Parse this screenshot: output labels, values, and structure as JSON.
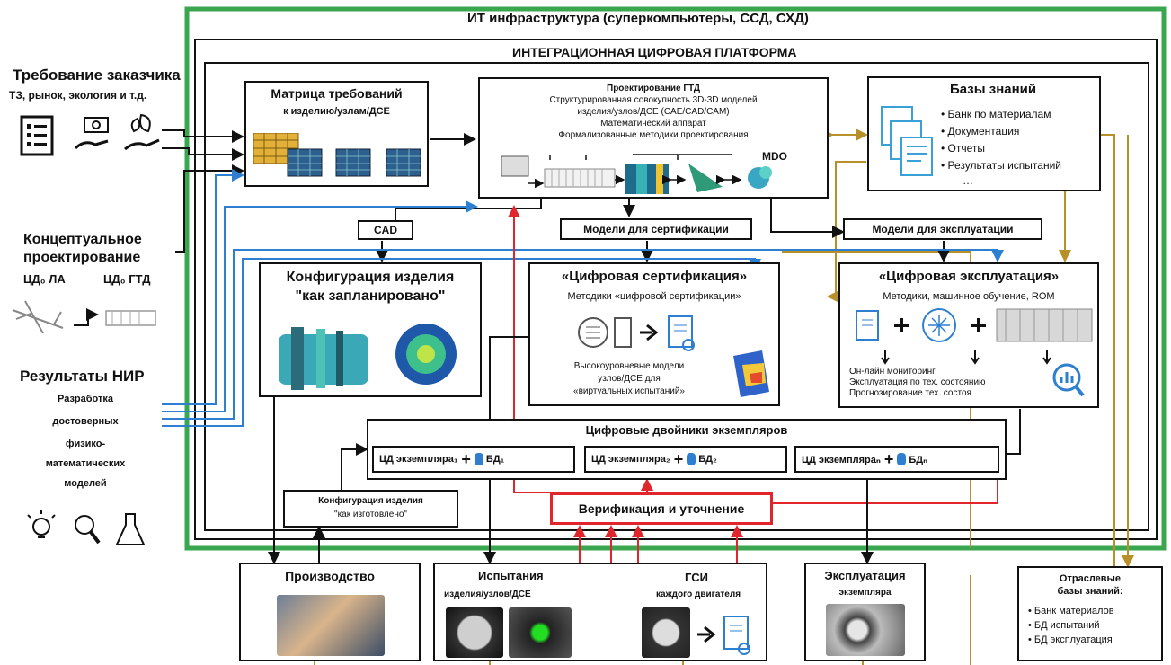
{
  "frame": {
    "it_infra": "ИТ инфраструктура (суперкомпьютеры, ССД, СХД)",
    "platform": "ИНТЕГРАЦИОННАЯ ЦИФРОВАЯ ПЛАТФОРМА"
  },
  "left": {
    "customer_title": "Требование заказчика",
    "customer_sub": "ТЗ, рынок, экология и т.д.",
    "concept_line1": "Концептуальное",
    "concept_line2": "проектирование",
    "cd_la": "ЦД₀ ЛА",
    "cd_gtd": "ЦД₀ ГТД",
    "nir_title": "Результаты НИР",
    "nir_lines": [
      "Разработка",
      "достоверных",
      "физико-",
      "математических",
      "моделей"
    ]
  },
  "matrix": {
    "title": "Матрица требований",
    "subtitle": "к изделию/узлам/ДСЕ"
  },
  "design": {
    "title": "Проектирование ГТД",
    "lines": [
      "Структурированная совокупность 3D-3D моделей",
      "изделия/узлов/ДСЕ (CAE/CAD/CAM)",
      "Математический аппарат",
      "Формализованные методики проектирования"
    ],
    "mdo": "MDO"
  },
  "knowledge": {
    "title": "Базы знаний",
    "items": [
      "Банк по материалам",
      "Документация",
      "Отчеты",
      "Результаты испытаний",
      "…"
    ]
  },
  "tags": {
    "cad": "CAD",
    "cert_models": "Модели для сертификации",
    "exploit_models": "Модели для эксплуатации"
  },
  "config_planned": {
    "title": "Конфигурация изделия",
    "subtitle": "\"как запланировано\""
  },
  "digital_cert": {
    "title": "«Цифровая сертификация»",
    "methods": "Методики «цифровой сертификации»",
    "hl_lines": [
      "Высокоуровневые модели",
      "узлов/ДСЕ для",
      "«виртуальных испытаний»"
    ]
  },
  "digital_exploit": {
    "title": "«Цифровая эксплуатация»",
    "methods": "Методики, машинное обучение, ROM",
    "lines": [
      "Он-лайн мониторинг",
      "Эксплуатация по тех. состоянию",
      "Прогнозирование тех. состоя"
    ]
  },
  "twins": {
    "title": "Цифровые двойники экземпляров",
    "items": [
      {
        "cd": "ЦД экземпляра₁",
        "db": "БД₁"
      },
      {
        "cd": "ЦД экземпляра₂",
        "db": "БД₂"
      },
      {
        "cd": "ЦД экземпляраₙ",
        "db": "БДₙ"
      }
    ]
  },
  "config_made": {
    "line1": "Конфигурация изделия",
    "line2": "\"как изготовлено\""
  },
  "verify": {
    "label": "Верификация и уточнение"
  },
  "bottom": {
    "production": "Производство",
    "tests_title": "Испытания",
    "tests_sub": "изделия/узлов/ДСЕ",
    "gsi_title": "ГСИ",
    "gsi_sub": "каждого двигателя",
    "exploit_title": "Эксплуатация",
    "exploit_sub": "экземпляра",
    "branch_title1": "Отраслевые",
    "branch_title2": "базы знаний:",
    "branch_items": [
      "Банк материалов",
      "БД испытаний",
      "БД эксплуатация"
    ]
  },
  "colors": {
    "green": "#3aa64f",
    "red": "#e0262c",
    "blue": "#2f7fd0",
    "gold": "#b8902a",
    "black": "#111111"
  }
}
